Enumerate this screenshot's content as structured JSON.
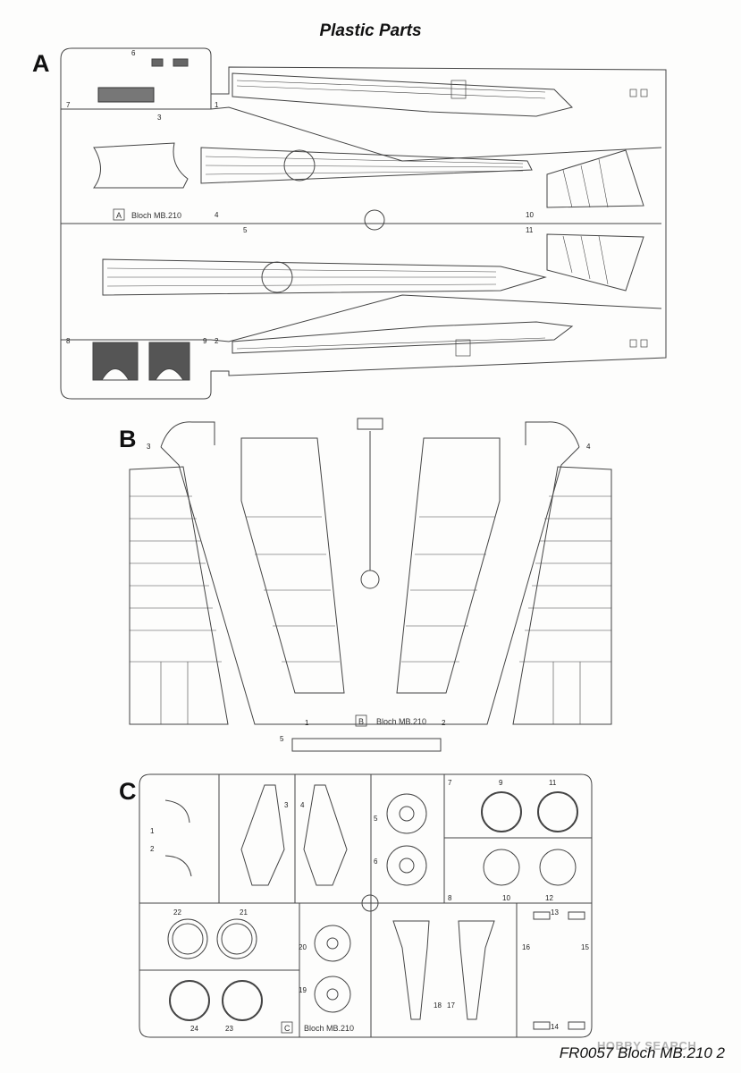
{
  "page": {
    "title": "Plastic Parts",
    "footer_code": "FR0057 Bloch MB.210 2",
    "watermark": "HOBBY SEARCH"
  },
  "sprues": [
    {
      "letter": "A",
      "logo_letter": "A",
      "logo_text": "Bloch MB.210",
      "part_numbers": [
        "1",
        "2",
        "3",
        "4",
        "5",
        "6",
        "7",
        "8",
        "9",
        "10",
        "11"
      ]
    },
    {
      "letter": "B",
      "logo_letter": "B",
      "logo_text": "Bloch MB.210",
      "part_numbers": [
        "1",
        "2",
        "3",
        "4",
        "5"
      ]
    },
    {
      "letter": "C",
      "logo_letter": "C",
      "logo_text": "Bloch MB.210",
      "part_numbers": [
        "1",
        "2",
        "3",
        "4",
        "5",
        "6",
        "7",
        "8",
        "9",
        "10",
        "11",
        "12",
        "13",
        "14",
        "15",
        "16",
        "17",
        "18",
        "19",
        "20",
        "21",
        "22",
        "23",
        "24"
      ]
    }
  ]
}
